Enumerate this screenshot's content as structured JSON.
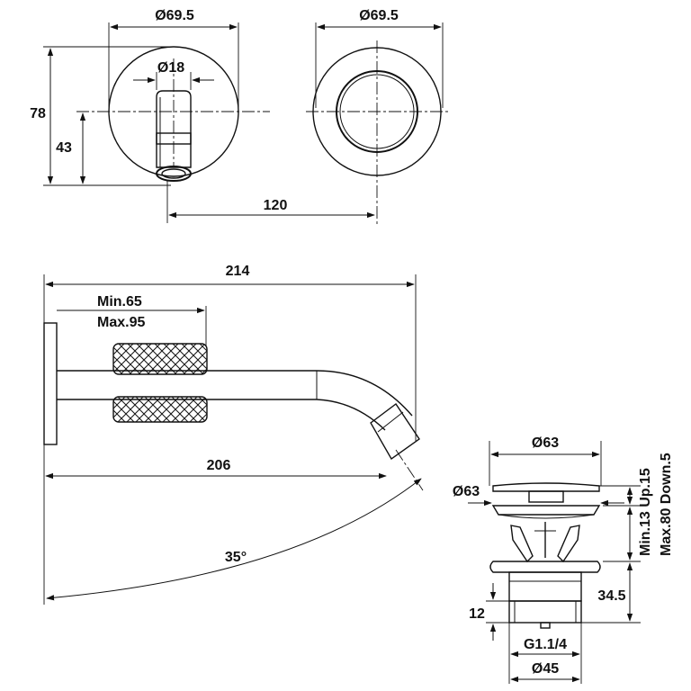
{
  "drawing": {
    "front_view": {
      "plate_diameter": "Ø69.5",
      "spout_diameter": "Ø18",
      "height_total": "78",
      "height_axis": "43"
    },
    "rear_view": {
      "plate_diameter": "Ø69.5"
    },
    "spacing": "120",
    "side_view": {
      "total_length": "214",
      "handle_min": "Min.65",
      "handle_max": "Max.95",
      "reach": "206",
      "angle": "35°"
    },
    "waste_valve": {
      "cap_diameter": "Ø63",
      "flange_diameter": "Ø63",
      "adjust_min": "Min.13 Up.15",
      "adjust_max": "Max.80 Down.5",
      "body_height": "34.5",
      "thread_height": "12",
      "thread": "G1.1/4",
      "thread_diameter": "Ø45"
    }
  }
}
